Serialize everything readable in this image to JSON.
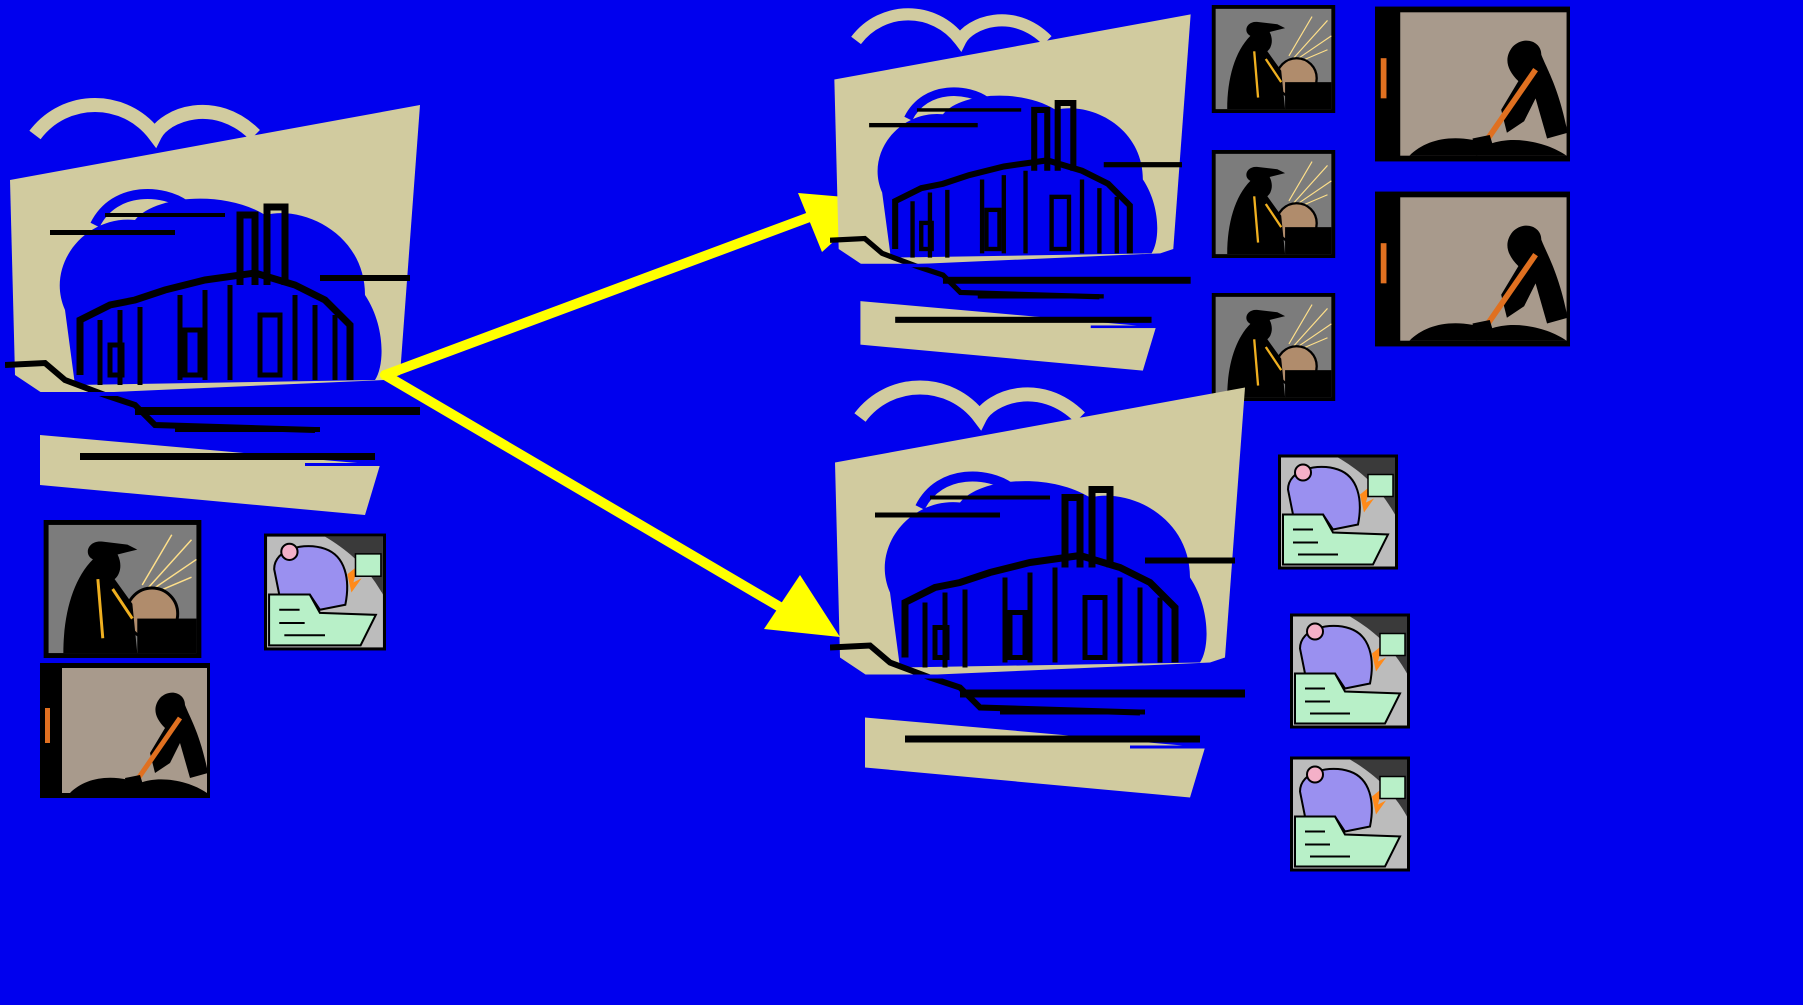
{
  "scene": {
    "background": "#0000ee",
    "arrow_color": "#ffff00",
    "factory_fill": "#d1cb9f",
    "ink": "#000000",
    "factory_count": 3,
    "worker_grinding_count": 4,
    "worker_shoveling_count": 3,
    "machine_count": 4
  },
  "icons": {
    "factory": "factory-icon",
    "grinder": "worker-grinding-icon",
    "shoveler": "worker-shoveling-icon",
    "machine": "machine-icon",
    "arrow": "arrow-icon"
  }
}
